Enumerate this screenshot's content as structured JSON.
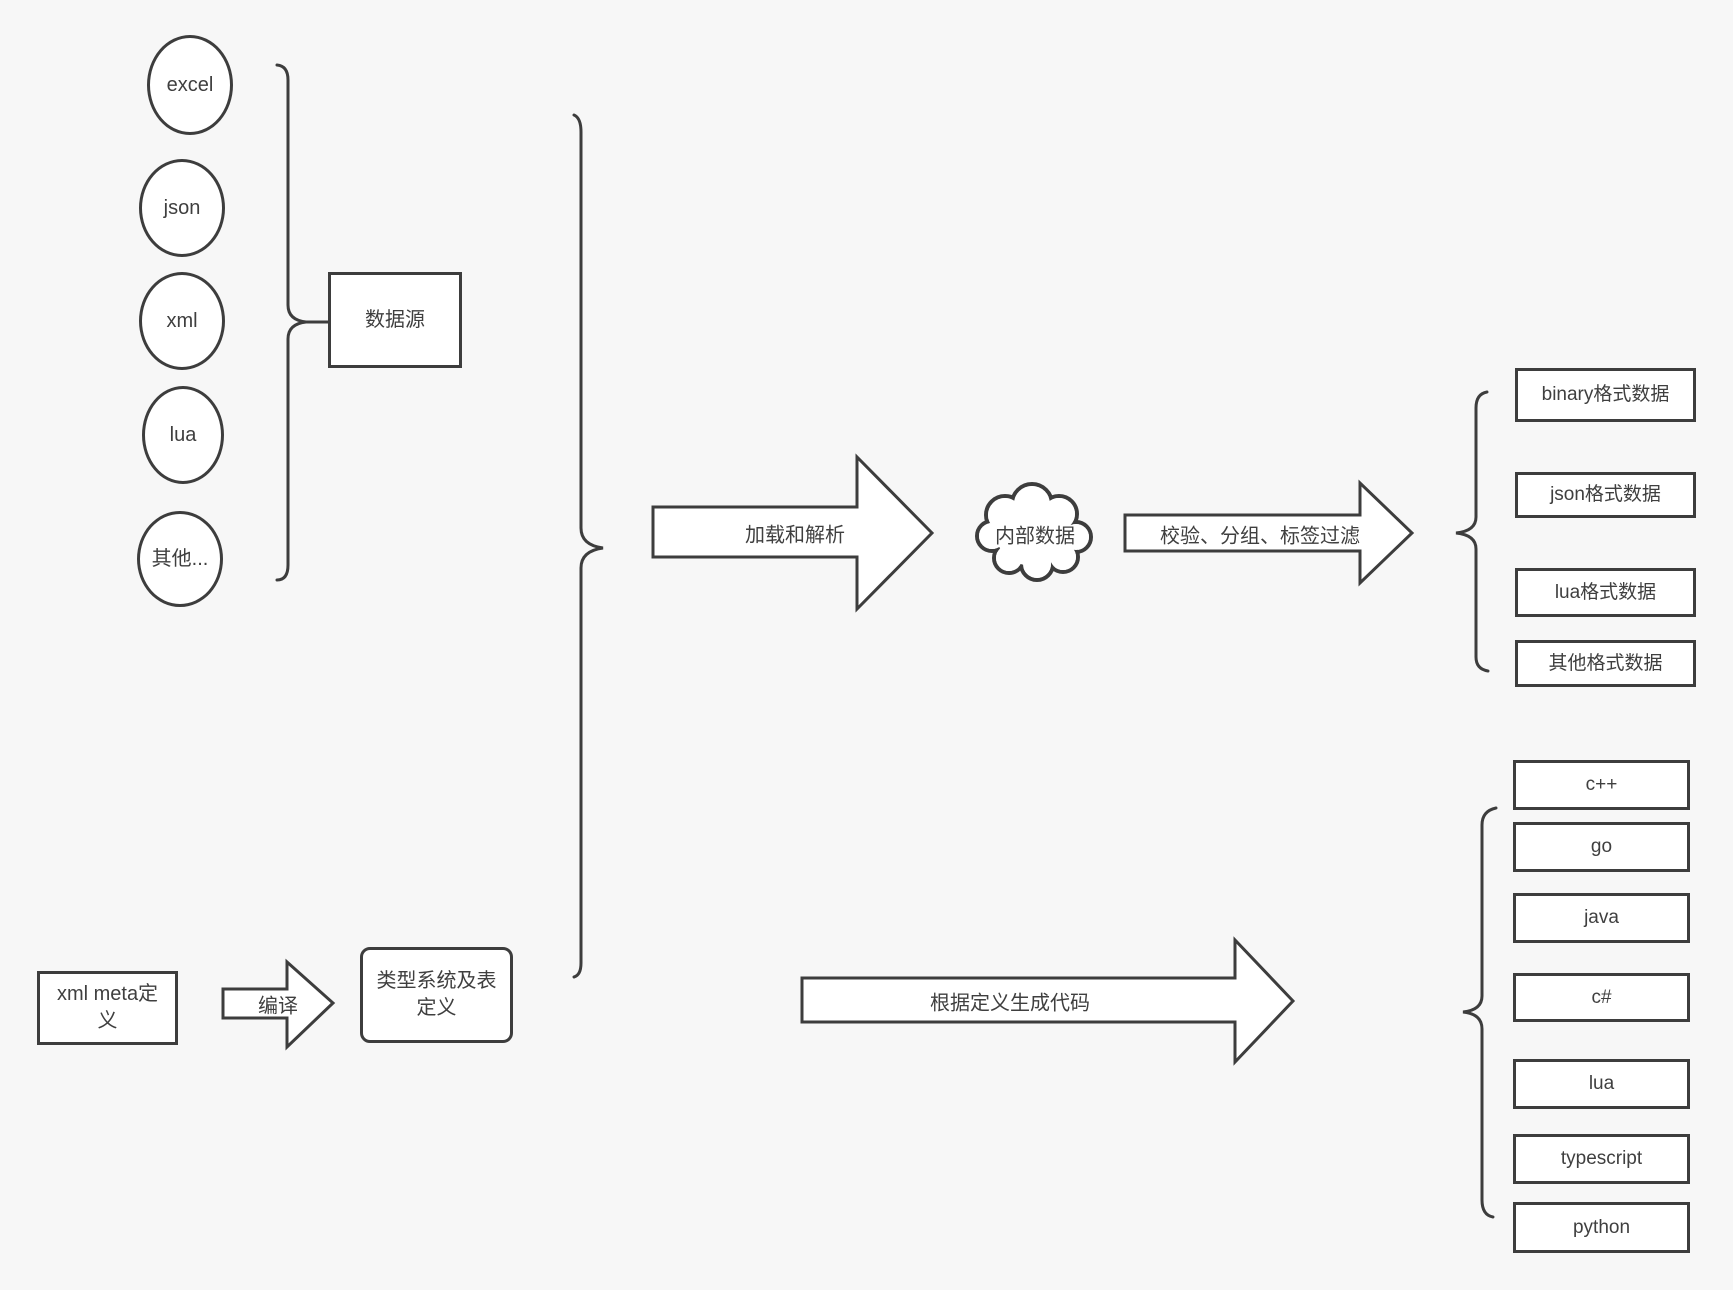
{
  "colors": {
    "background": "#f7f7f7",
    "stroke": "#3d3d3d",
    "text": "#3f3f3f",
    "shape_fill": "#ffffff"
  },
  "data_sources": {
    "items": [
      "excel",
      "json",
      "xml",
      "lua",
      "其他..."
    ],
    "group_label": "数据源"
  },
  "data_pipeline": {
    "load_parse_arrow": "加载和解析",
    "internal_data_cloud": "内部数据",
    "process_arrow": "校验、分组、标签过滤",
    "output_formats": [
      "binary格式数据",
      "json格式数据",
      "lua格式数据",
      "其他格式数据"
    ]
  },
  "codegen_pipeline": {
    "xml_meta_box": "xml meta定义",
    "compile_arrow": "编译",
    "type_system_box": "类型系统及表定义",
    "codegen_arrow": "根据定义生成代码",
    "languages": [
      "c++",
      "go",
      "java",
      "c#",
      "lua",
      "typescript",
      "python"
    ]
  }
}
